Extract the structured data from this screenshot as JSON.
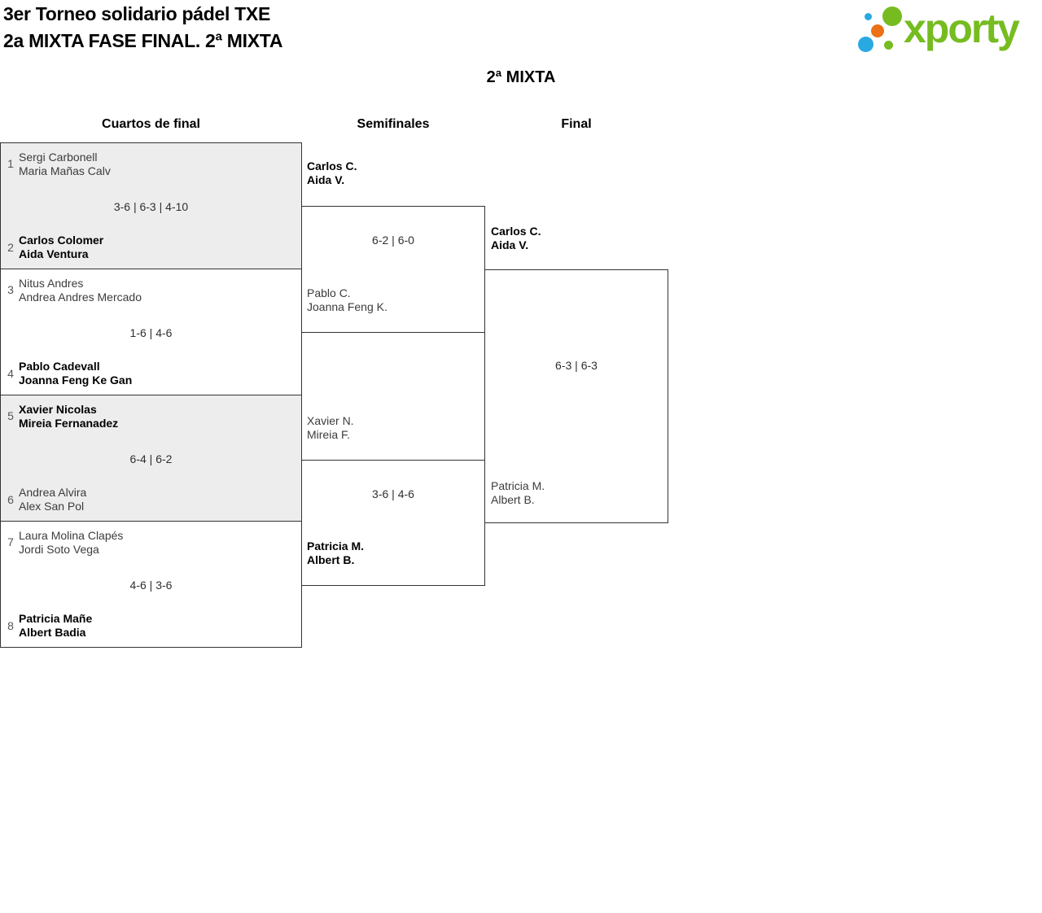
{
  "header": {
    "title_line1": "3er Torneo solidario pádel TXE",
    "title_line2": "2a MIXTA FASE FINAL. 2ª MIXTA",
    "logo": {
      "wordmark": "xporty",
      "colors": {
        "green": "#76BC21",
        "blue": "#29A9E1",
        "orange": "#EC7014"
      }
    }
  },
  "category_heading": "2ª MIXTA",
  "columns": [
    {
      "label": "Cuartos de final"
    },
    {
      "label": "Semifinales"
    },
    {
      "label": "Final"
    }
  ],
  "bracket": {
    "quarterfinals": [
      {
        "seed_top": "1",
        "team_top": [
          "Sergi Carbonell",
          "Maria Mañas Calv"
        ],
        "score": "3-6 | 6-3 | 4-10",
        "seed_bottom": "2",
        "team_bottom": [
          "Carlos Colomer",
          "Aida Ventura"
        ],
        "winner": "bottom"
      },
      {
        "seed_top": "3",
        "team_top": [
          "Nitus Andres",
          "Andrea Andres Mercado"
        ],
        "score": "1-6 | 4-6",
        "seed_bottom": "4",
        "team_bottom": [
          "Pablo Cadevall",
          "Joanna Feng Ke Gan"
        ],
        "winner": "bottom"
      },
      {
        "seed_top": "5",
        "team_top": [
          "Xavier Nicolas",
          "Mireia Fernanadez"
        ],
        "score": "6-4 | 6-2",
        "seed_bottom": "6",
        "team_bottom": [
          "Andrea Alvira",
          "Alex San Pol"
        ],
        "winner": "top"
      },
      {
        "seed_top": "7",
        "team_top": [
          "Laura Molina Clapés",
          "Jordi Soto Vega"
        ],
        "score": "4-6 | 3-6",
        "seed_bottom": "8",
        "team_bottom": [
          "Patricia Mañe",
          "Albert Badia"
        ],
        "winner": "bottom"
      }
    ],
    "semifinals": [
      {
        "team_top": [
          "Carlos C.",
          "Aida V."
        ],
        "score": "6-2 | 6-0",
        "team_bottom": [
          "Pablo C.",
          "Joanna Feng K."
        ],
        "winner": "top"
      },
      {
        "team_top": [
          "Xavier N.",
          "Mireia F."
        ],
        "score": "3-6 | 4-6",
        "team_bottom": [
          "Patricia M.",
          "Albert B."
        ],
        "winner": "bottom"
      }
    ],
    "final": {
      "team_top": [
        "Carlos C.",
        "Aida V."
      ],
      "score": "6-3 | 6-3",
      "team_bottom": [
        "Patricia M.",
        "Albert B."
      ],
      "winner": "top"
    }
  },
  "colors": {
    "box_border": "#333333",
    "shaded_box_bg": "#EDEDED",
    "winner_text": "#000000",
    "regular_text": "#3C3C3C",
    "seed_text": "#555555"
  }
}
